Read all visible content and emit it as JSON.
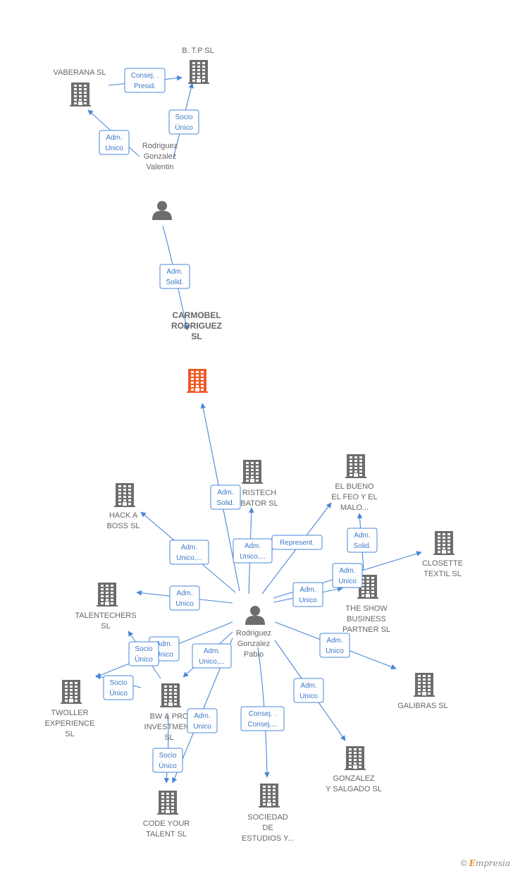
{
  "colors": {
    "building": "#6d6d6d",
    "focus_building": "#f05a28",
    "person": "#6d6d6d",
    "edge": "#4a87d8",
    "rel_text": "#3a78c8",
    "label": "#666666"
  },
  "nodes": [
    {
      "id": "vaberana",
      "type": "company",
      "label": [
        "VABERANA  SL"
      ]
    },
    {
      "id": "btp",
      "type": "company",
      "label": [
        "B. T.P SL"
      ]
    },
    {
      "id": "valentin",
      "type": "person",
      "label": [
        "Rodriguez",
        "Gonzalez",
        "Valentin"
      ]
    },
    {
      "id": "carmobel",
      "type": "company",
      "focus": true,
      "label": [
        "CARMOBEL",
        "RODRIGUEZ",
        "SL"
      ]
    },
    {
      "id": "ristech",
      "type": "company",
      "label": [
        "RISTECH",
        "BATOR  SL"
      ]
    },
    {
      "id": "elbueno",
      "type": "company",
      "label": [
        "EL BUENO",
        "EL FEO Y EL",
        "MALO..."
      ]
    },
    {
      "id": "hackaboss",
      "type": "company",
      "label": [
        "HACK A",
        "BOSS  SL"
      ]
    },
    {
      "id": "closette",
      "type": "company",
      "label": [
        "CLOSETTE",
        "TEXTIL  SL"
      ]
    },
    {
      "id": "showbiz",
      "type": "company",
      "label": [
        "THE SHOW",
        "BUSINESS",
        "PARTNER SL"
      ]
    },
    {
      "id": "talentechers",
      "type": "company",
      "label": [
        "TALENTECHERS",
        "SL"
      ]
    },
    {
      "id": "pablo",
      "type": "person",
      "label": [
        "Rodriguez",
        "Gonzalez",
        "Pablo"
      ]
    },
    {
      "id": "galibras",
      "type": "company",
      "label": [
        "GALIBRAS  SL"
      ]
    },
    {
      "id": "twoller",
      "type": "company",
      "label": [
        "TWOLLER",
        "EXPERIENCE",
        "SL"
      ]
    },
    {
      "id": "bwpro",
      "type": "company",
      "label": [
        "BW & PRO",
        "INVESTMENT",
        "SL"
      ]
    },
    {
      "id": "gonzalez",
      "type": "company",
      "label": [
        "GONZALEZ",
        "Y SALGADO  SL"
      ]
    },
    {
      "id": "codeyour",
      "type": "company",
      "label": [
        "CODE YOUR",
        "TALENT  SL"
      ]
    },
    {
      "id": "sociedad",
      "type": "company",
      "label": [
        "SOCIEDAD",
        "DE",
        "ESTUDIOS Y..."
      ]
    }
  ],
  "edges": [
    {
      "label": [
        "Consej. .",
        "Presid."
      ]
    },
    {
      "label": [
        "Socio",
        "Único"
      ]
    },
    {
      "label": [
        "Adm.",
        "Unico"
      ]
    },
    {
      "label": [
        "Adm.",
        "Solid."
      ]
    },
    {
      "label": [
        "Adm.",
        "Solid."
      ]
    },
    {
      "label": [
        "Adm.",
        "Unico,..."
      ]
    },
    {
      "label": [
        "Represent."
      ]
    },
    {
      "label": [
        "Adm.",
        "Solid."
      ]
    },
    {
      "label": [
        "Adm.",
        "Unico,..."
      ]
    },
    {
      "label": [
        "Adm.",
        "Unico"
      ]
    },
    {
      "label": [
        "Adm.",
        "Unico"
      ]
    },
    {
      "label": [
        "Adm.",
        "Unico"
      ]
    },
    {
      "label": [
        "Adm.",
        "Unico"
      ]
    },
    {
      "label": [
        "Adm.",
        "Unico"
      ]
    },
    {
      "label": [
        "Socio",
        "Único"
      ]
    },
    {
      "label": [
        "Adm.",
        "Unico,..."
      ]
    },
    {
      "label": [
        "Socio",
        "Único"
      ]
    },
    {
      "label": [
        "Adm.",
        "Unico"
      ]
    },
    {
      "label": [
        "Adm.",
        "Unico"
      ]
    },
    {
      "label": [
        "Socio",
        "Único"
      ]
    },
    {
      "label": [
        "Consej. .",
        "Consej...."
      ]
    }
  ],
  "brand": {
    "symbol": "©",
    "first": "E",
    "rest": "mpresia"
  }
}
